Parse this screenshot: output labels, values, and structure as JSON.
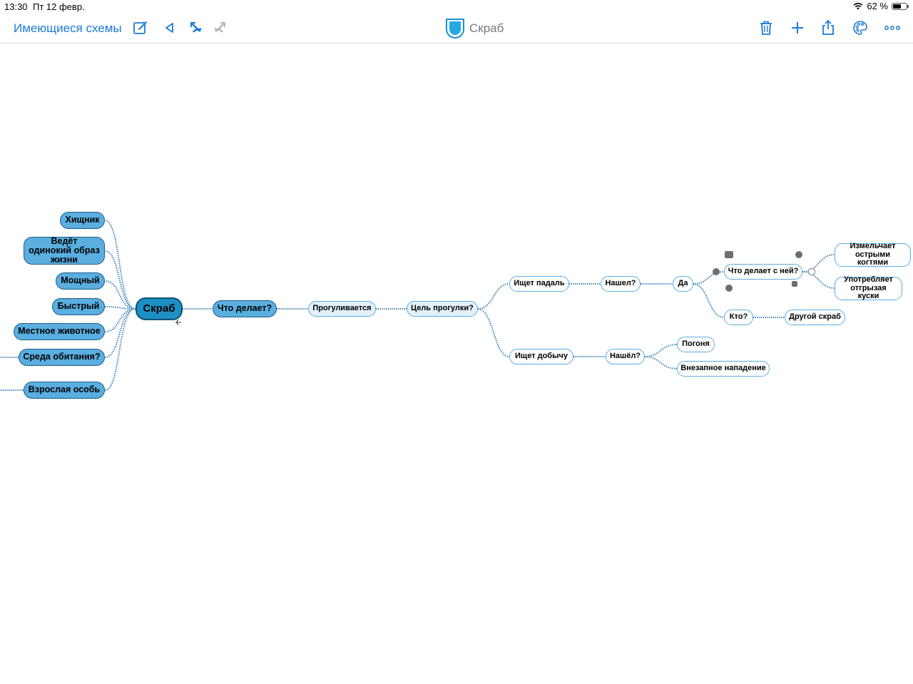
{
  "status": {
    "time": "13:30",
    "date": "Пт 12 февр.",
    "battery": "62 %",
    "battery_level": 0.62
  },
  "toolbar": {
    "back_label": "Имеющиеся схемы",
    "title": "Скраб",
    "icons": [
      "edit-icon",
      "play-icon",
      "undo-icon",
      "redo-icon",
      "trash-icon",
      "plus-icon",
      "share-icon",
      "palette-icon",
      "more-icon"
    ]
  },
  "map": {
    "root": "Скраб",
    "properties": [
      "Хищник",
      "Ведёт одинокий образ жизни",
      "Мощный",
      "Быстрый",
      "Местное животное",
      "Среда обитания?",
      "Взрослая особь"
    ],
    "nodes": {
      "what_does": "Что делает?",
      "walks": "Прогуливается",
      "walk_goal": "Цель прогулки?",
      "seeks_carrion": "Ищет падаль",
      "found_carrion": "Нашел?",
      "yes": "Да",
      "what_with_it": "Что делает с ней?",
      "chops": "Измельчает острыми когтями",
      "eats": "Употребляет отгрызая куски",
      "who": "Кто?",
      "other_scrub": "Другой скраб",
      "seeks_prey": "Ищет добычу",
      "found_prey": "Нашёл?",
      "chase": "Погоня",
      "ambush": "Внезапное нападение"
    }
  },
  "colors": {
    "accent": "#1a7ad9",
    "root_fill": "#1d8fc4",
    "main_fill": "#5aaee0",
    "sub_fill": "#e2f1fb",
    "link": "#1f6fa6"
  }
}
